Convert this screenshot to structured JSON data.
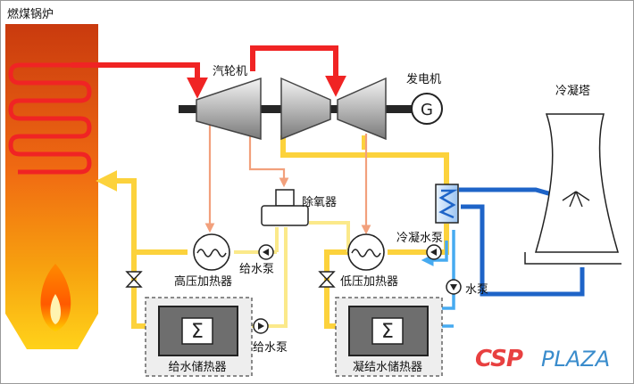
{
  "labels": {
    "boiler": "燃煤锅炉",
    "turbine": "汽轮机",
    "generator": "发电机",
    "generator_symbol": "G",
    "cooling_tower": "冷凝塔",
    "deaerator": "除氧器",
    "hp_heater": "高压加热器",
    "lp_heater": "低压加热器",
    "feed_pump_1": "给水泵",
    "feed_pump_2": "给水泵",
    "condensate_pump": "冷凝水泵",
    "water_pump": "水泵",
    "feedwater_storage": "给水储热器",
    "condensate_storage": "凝结水储热器",
    "storage_symbol": "Σ"
  },
  "watermark": {
    "brand": "CSPPLAZA"
  },
  "colors": {
    "steam": "#f02424",
    "feedwater": "#fcd23c",
    "feedwater_light": "#fbe98a",
    "extraction": "#f2a07c",
    "cooling_water": "#1e64c8",
    "condensate": "#46aaf0",
    "casing": "#3c3c3c",
    "storage_fill": "#6e6e6e",
    "watermark": "#e84040",
    "watermark_blue": "#3a8ccc"
  }
}
